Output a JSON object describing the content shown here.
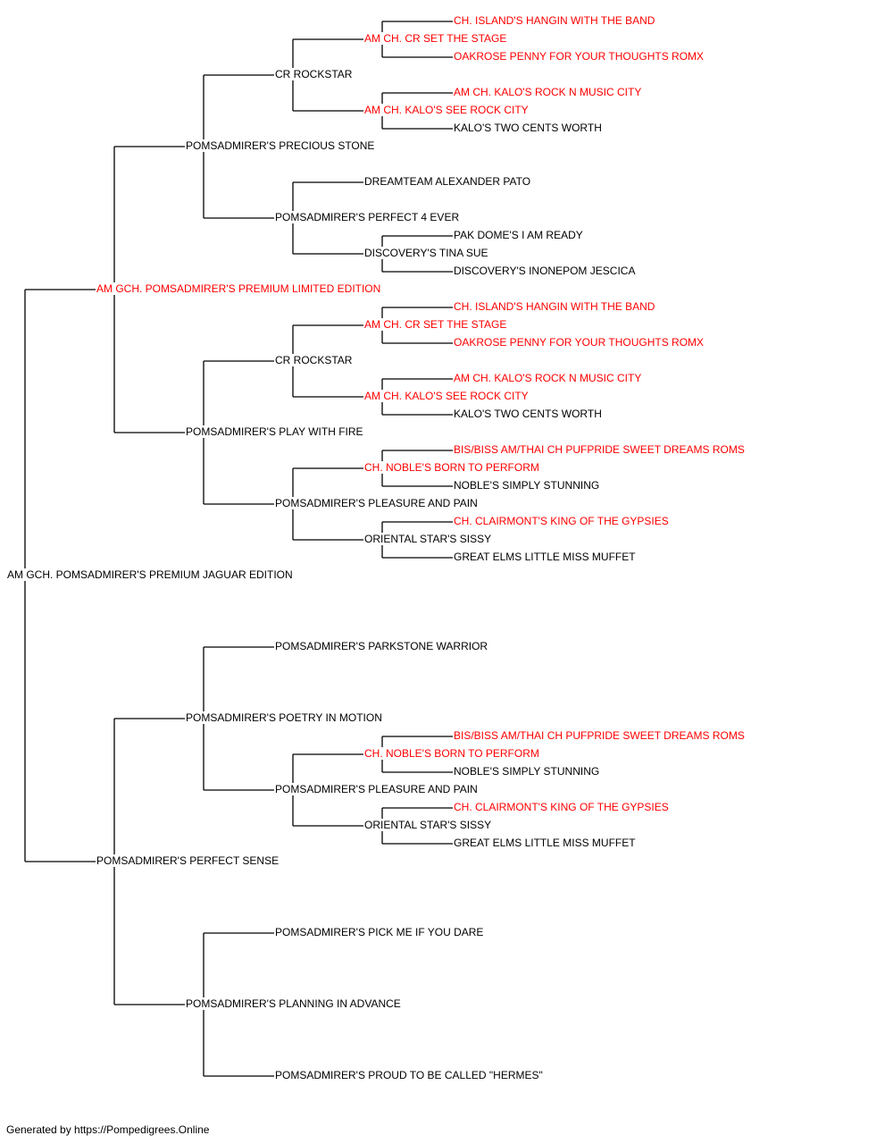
{
  "colors": {
    "champion": "#ff0000",
    "normal": "#000000",
    "line": "#000000"
  },
  "pedigree": {
    "name": "AM GCH. POMSADMIRER'S PREMIUM JAGUAR EDITION",
    "champion": false,
    "sire": {
      "name": "AM GCH. POMSADMIRER'S PREMIUM LIMITED EDITION",
      "champion": true,
      "sire": {
        "name": "POMSADMIRER'S PRECIOUS STONE",
        "champion": false,
        "sire": {
          "name": "CR ROCKSTAR",
          "champion": false,
          "sire": {
            "name": "AM CH. CR SET THE STAGE",
            "champion": true,
            "sire": {
              "name": "CH. ISLAND'S HANGIN WITH THE BAND",
              "champion": true
            },
            "dam": {
              "name": "OAKROSE PENNY FOR YOUR THOUGHTS ROMX",
              "champion": true
            }
          },
          "dam": {
            "name": "AM CH. KALO'S SEE ROCK CITY",
            "champion": true,
            "sire": {
              "name": "AM CH. KALO'S ROCK N MUSIC CITY",
              "champion": true
            },
            "dam": {
              "name": "KALO'S TWO CENTS WORTH",
              "champion": false
            }
          }
        },
        "dam": {
          "name": "POMSADMIRER'S PERFECT 4 EVER",
          "champion": false,
          "sire": {
            "name": "DREAMTEAM ALEXANDER PATO",
            "champion": false
          },
          "dam": {
            "name": "DISCOVERY'S TINA SUE",
            "champion": false,
            "sire": {
              "name": "PAK DOME'S I AM READY",
              "champion": false
            },
            "dam": {
              "name": "DISCOVERY'S INONEPOM JESCICA",
              "champion": false
            }
          }
        }
      },
      "dam": {
        "name": "POMSADMIRER'S PLAY WITH FIRE",
        "champion": false,
        "sire": {
          "name": "CR ROCKSTAR",
          "champion": false,
          "sire": {
            "name": "AM CH. CR SET THE STAGE",
            "champion": true,
            "sire": {
              "name": "CH. ISLAND'S HANGIN WITH THE BAND",
              "champion": true
            },
            "dam": {
              "name": "OAKROSE PENNY FOR YOUR THOUGHTS ROMX",
              "champion": true
            }
          },
          "dam": {
            "name": "AM CH. KALO'S SEE ROCK CITY",
            "champion": true,
            "sire": {
              "name": "AM CH. KALO'S ROCK N MUSIC CITY",
              "champion": true
            },
            "dam": {
              "name": "KALO'S TWO CENTS WORTH",
              "champion": false
            }
          }
        },
        "dam": {
          "name": "POMSADMIRER'S PLEASURE AND PAIN",
          "champion": false,
          "sire": {
            "name": "CH. NOBLE'S BORN TO PERFORM",
            "champion": true,
            "sire": {
              "name": "BIS/BISS AM/THAI CH PUFPRIDE SWEET DREAMS ROMS",
              "champion": true
            },
            "dam": {
              "name": "NOBLE'S SIMPLY STUNNING",
              "champion": false
            }
          },
          "dam": {
            "name": "ORIENTAL STAR'S SISSY",
            "champion": false,
            "sire": {
              "name": "CH. CLAIRMONT'S KING OF THE GYPSIES",
              "champion": true
            },
            "dam": {
              "name": "GREAT ELMS LITTLE MISS MUFFET",
              "champion": false
            }
          }
        }
      }
    },
    "dam": {
      "name": "POMSADMIRER'S PERFECT SENSE",
      "champion": false,
      "sire": {
        "name": "POMSADMIRER'S POETRY IN MOTION",
        "champion": false,
        "sire": {
          "name": "POMSADMIRER'S PARKSTONE WARRIOR",
          "champion": false
        },
        "dam": {
          "name": "POMSADMIRER'S PLEASURE AND PAIN",
          "champion": false,
          "sire": {
            "name": "CH. NOBLE'S BORN TO PERFORM",
            "champion": true,
            "sire": {
              "name": "BIS/BISS AM/THAI CH PUFPRIDE SWEET DREAMS ROMS",
              "champion": true
            },
            "dam": {
              "name": "NOBLE'S SIMPLY STUNNING",
              "champion": false
            }
          },
          "dam": {
            "name": "ORIENTAL STAR'S SISSY",
            "champion": false,
            "sire": {
              "name": "CH. CLAIRMONT'S KING OF THE GYPSIES",
              "champion": true
            },
            "dam": {
              "name": "GREAT ELMS LITTLE MISS MUFFET",
              "champion": false
            }
          }
        }
      },
      "dam": {
        "name": "POMSADMIRER'S PLANNING IN ADVANCE",
        "champion": false,
        "sire": {
          "name": "POMSADMIRER'S PICK ME IF YOU DARE",
          "champion": false
        },
        "dam": {
          "name": "POMSADMIRER'S PROUD TO BE CALLED \"HERMES\"",
          "champion": false
        }
      }
    }
  },
  "footer": {
    "text": "Generated by https://Pompedigrees.Online"
  }
}
